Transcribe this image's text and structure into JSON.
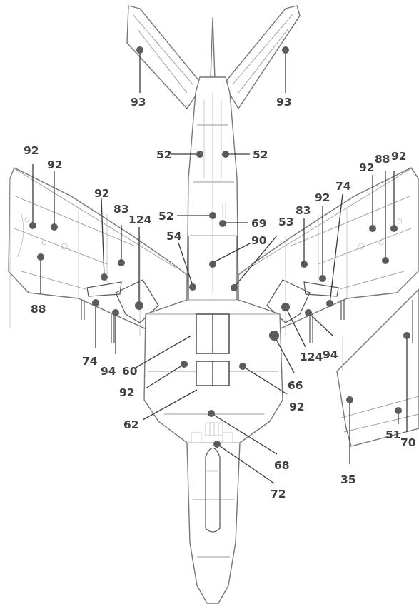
{
  "diagram": {
    "callouts": [
      {
        "id": "c93l",
        "label": "93"
      },
      {
        "id": "c93r",
        "label": "93"
      },
      {
        "id": "c52a",
        "label": "52"
      },
      {
        "id": "c52b",
        "label": "52"
      },
      {
        "id": "c52c",
        "label": "52"
      },
      {
        "id": "c69",
        "label": "69"
      },
      {
        "id": "c90",
        "label": "90"
      },
      {
        "id": "c53",
        "label": "53"
      },
      {
        "id": "c54",
        "label": "54"
      },
      {
        "id": "c92a",
        "label": "92"
      },
      {
        "id": "c92b",
        "label": "92"
      },
      {
        "id": "c92c",
        "label": "92"
      },
      {
        "id": "c83l",
        "label": "83"
      },
      {
        "id": "c124l",
        "label": "124"
      },
      {
        "id": "c88l",
        "label": "88"
      },
      {
        "id": "c74l",
        "label": "74"
      },
      {
        "id": "c94l",
        "label": "94"
      },
      {
        "id": "c60",
        "label": "60"
      },
      {
        "id": "c92d",
        "label": "92"
      },
      {
        "id": "c62",
        "label": "62"
      },
      {
        "id": "c68",
        "label": "68"
      },
      {
        "id": "c72",
        "label": "72"
      },
      {
        "id": "c66",
        "label": "66"
      },
      {
        "id": "c92e",
        "label": "92"
      },
      {
        "id": "c124r",
        "label": "124"
      },
      {
        "id": "c94r",
        "label": "94"
      },
      {
        "id": "c83r",
        "label": "83"
      },
      {
        "id": "c92f",
        "label": "92"
      },
      {
        "id": "c74r",
        "label": "74"
      },
      {
        "id": "c92g",
        "label": "92"
      },
      {
        "id": "c88r",
        "label": "88"
      },
      {
        "id": "c92h",
        "label": "92"
      },
      {
        "id": "c35",
        "label": "35"
      },
      {
        "id": "c51",
        "label": "51"
      },
      {
        "id": "c70",
        "label": "70"
      }
    ]
  }
}
